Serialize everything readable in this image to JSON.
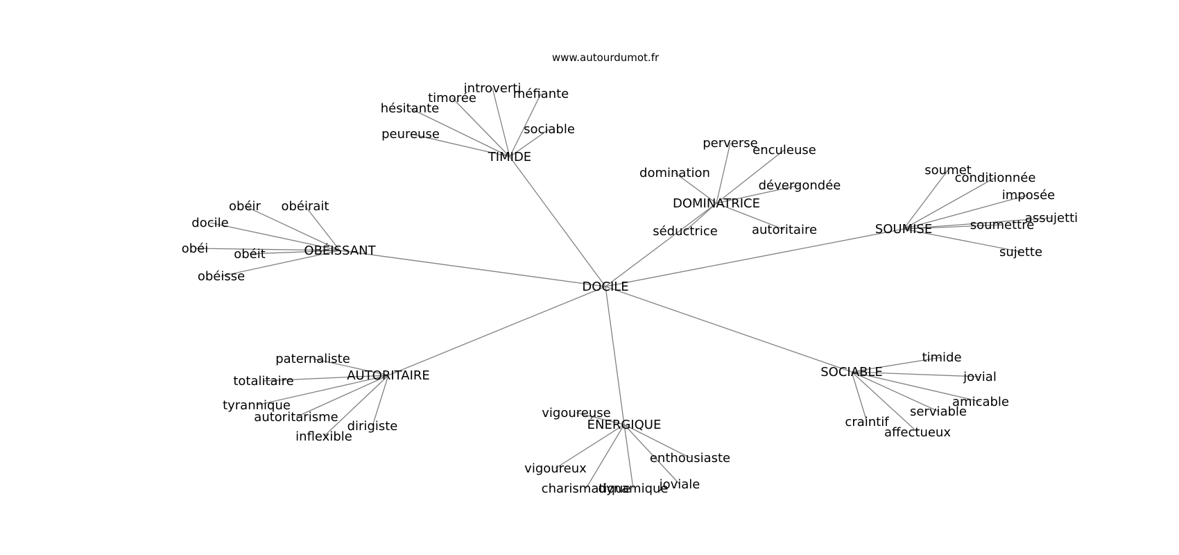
{
  "source_url": "www.autourdumot.fr",
  "edge_color": "#808080",
  "center": "DOCILE",
  "clusters": [
    {
      "hub": "TIMIDE",
      "leaves": [
        "introverti",
        "méfiante",
        "timorée",
        "hésitante",
        "sociable",
        "peureuse"
      ]
    },
    {
      "hub": "DOMINATRICE",
      "leaves": [
        "perverse",
        "enculeuse",
        "domination",
        "dévergondée",
        "autoritaire",
        "séductrice"
      ]
    },
    {
      "hub": "SOUMISE",
      "leaves": [
        "soumet",
        "conditionnée",
        "imposée",
        "assujetti",
        "soumettre",
        "sujette"
      ]
    },
    {
      "hub": "OBÉISSANT",
      "leaves": [
        "obéir",
        "obéirait",
        "docile",
        "obéi",
        "obéit",
        "obéisse"
      ]
    },
    {
      "hub": "AUTORITAIRE",
      "leaves": [
        "paternaliste",
        "totalitaire",
        "tyrannique",
        "autoritarisme",
        "dirigiste",
        "inflexible"
      ]
    },
    {
      "hub": "ÉNERGIQUE",
      "leaves": [
        "vigoureuse",
        "enthousiaste",
        "vigoureux",
        "charismatique",
        "joviale",
        "dynamique"
      ]
    },
    {
      "hub": "SOCIABLE",
      "leaves": [
        "timide",
        "jovial",
        "amicable",
        "serviable",
        "craintif",
        "affectueux"
      ]
    }
  ]
}
